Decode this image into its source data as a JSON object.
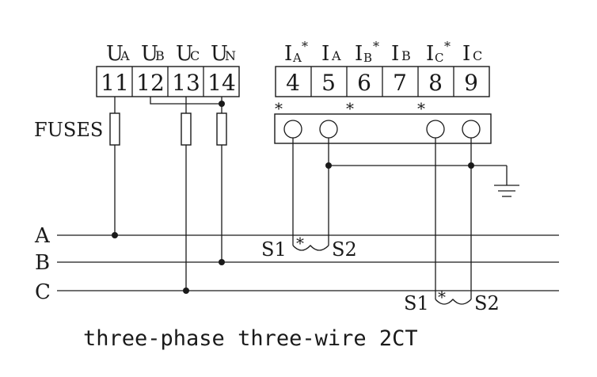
{
  "voltage_terminals": [
    {
      "main": "U",
      "sub": "A",
      "number": "11"
    },
    {
      "main": "U",
      "sub": "B",
      "number": "12"
    },
    {
      "main": "U",
      "sub": "C",
      "number": "13"
    },
    {
      "main": "U",
      "sub": "N",
      "number": "14"
    }
  ],
  "current_terminals": [
    {
      "main": "I",
      "sub": "A",
      "star": "*",
      "number": "4"
    },
    {
      "main": "I",
      "sub": "A",
      "star": "",
      "number": "5"
    },
    {
      "main": "I",
      "sub": "B",
      "star": "*",
      "number": "6"
    },
    {
      "main": "I",
      "sub": "B",
      "star": "",
      "number": "7"
    },
    {
      "main": "I",
      "sub": "C",
      "star": "*",
      "number": "8"
    },
    {
      "main": "I",
      "sub": "C",
      "star": "",
      "number": "9"
    }
  ],
  "polarity_mark": "*",
  "fuses_label": "FUSES",
  "lines": [
    "A",
    "B",
    "C"
  ],
  "ct": {
    "s1": "S1",
    "s2": "S2",
    "star": "*"
  },
  "caption": "three-phase three-wire 2CT"
}
